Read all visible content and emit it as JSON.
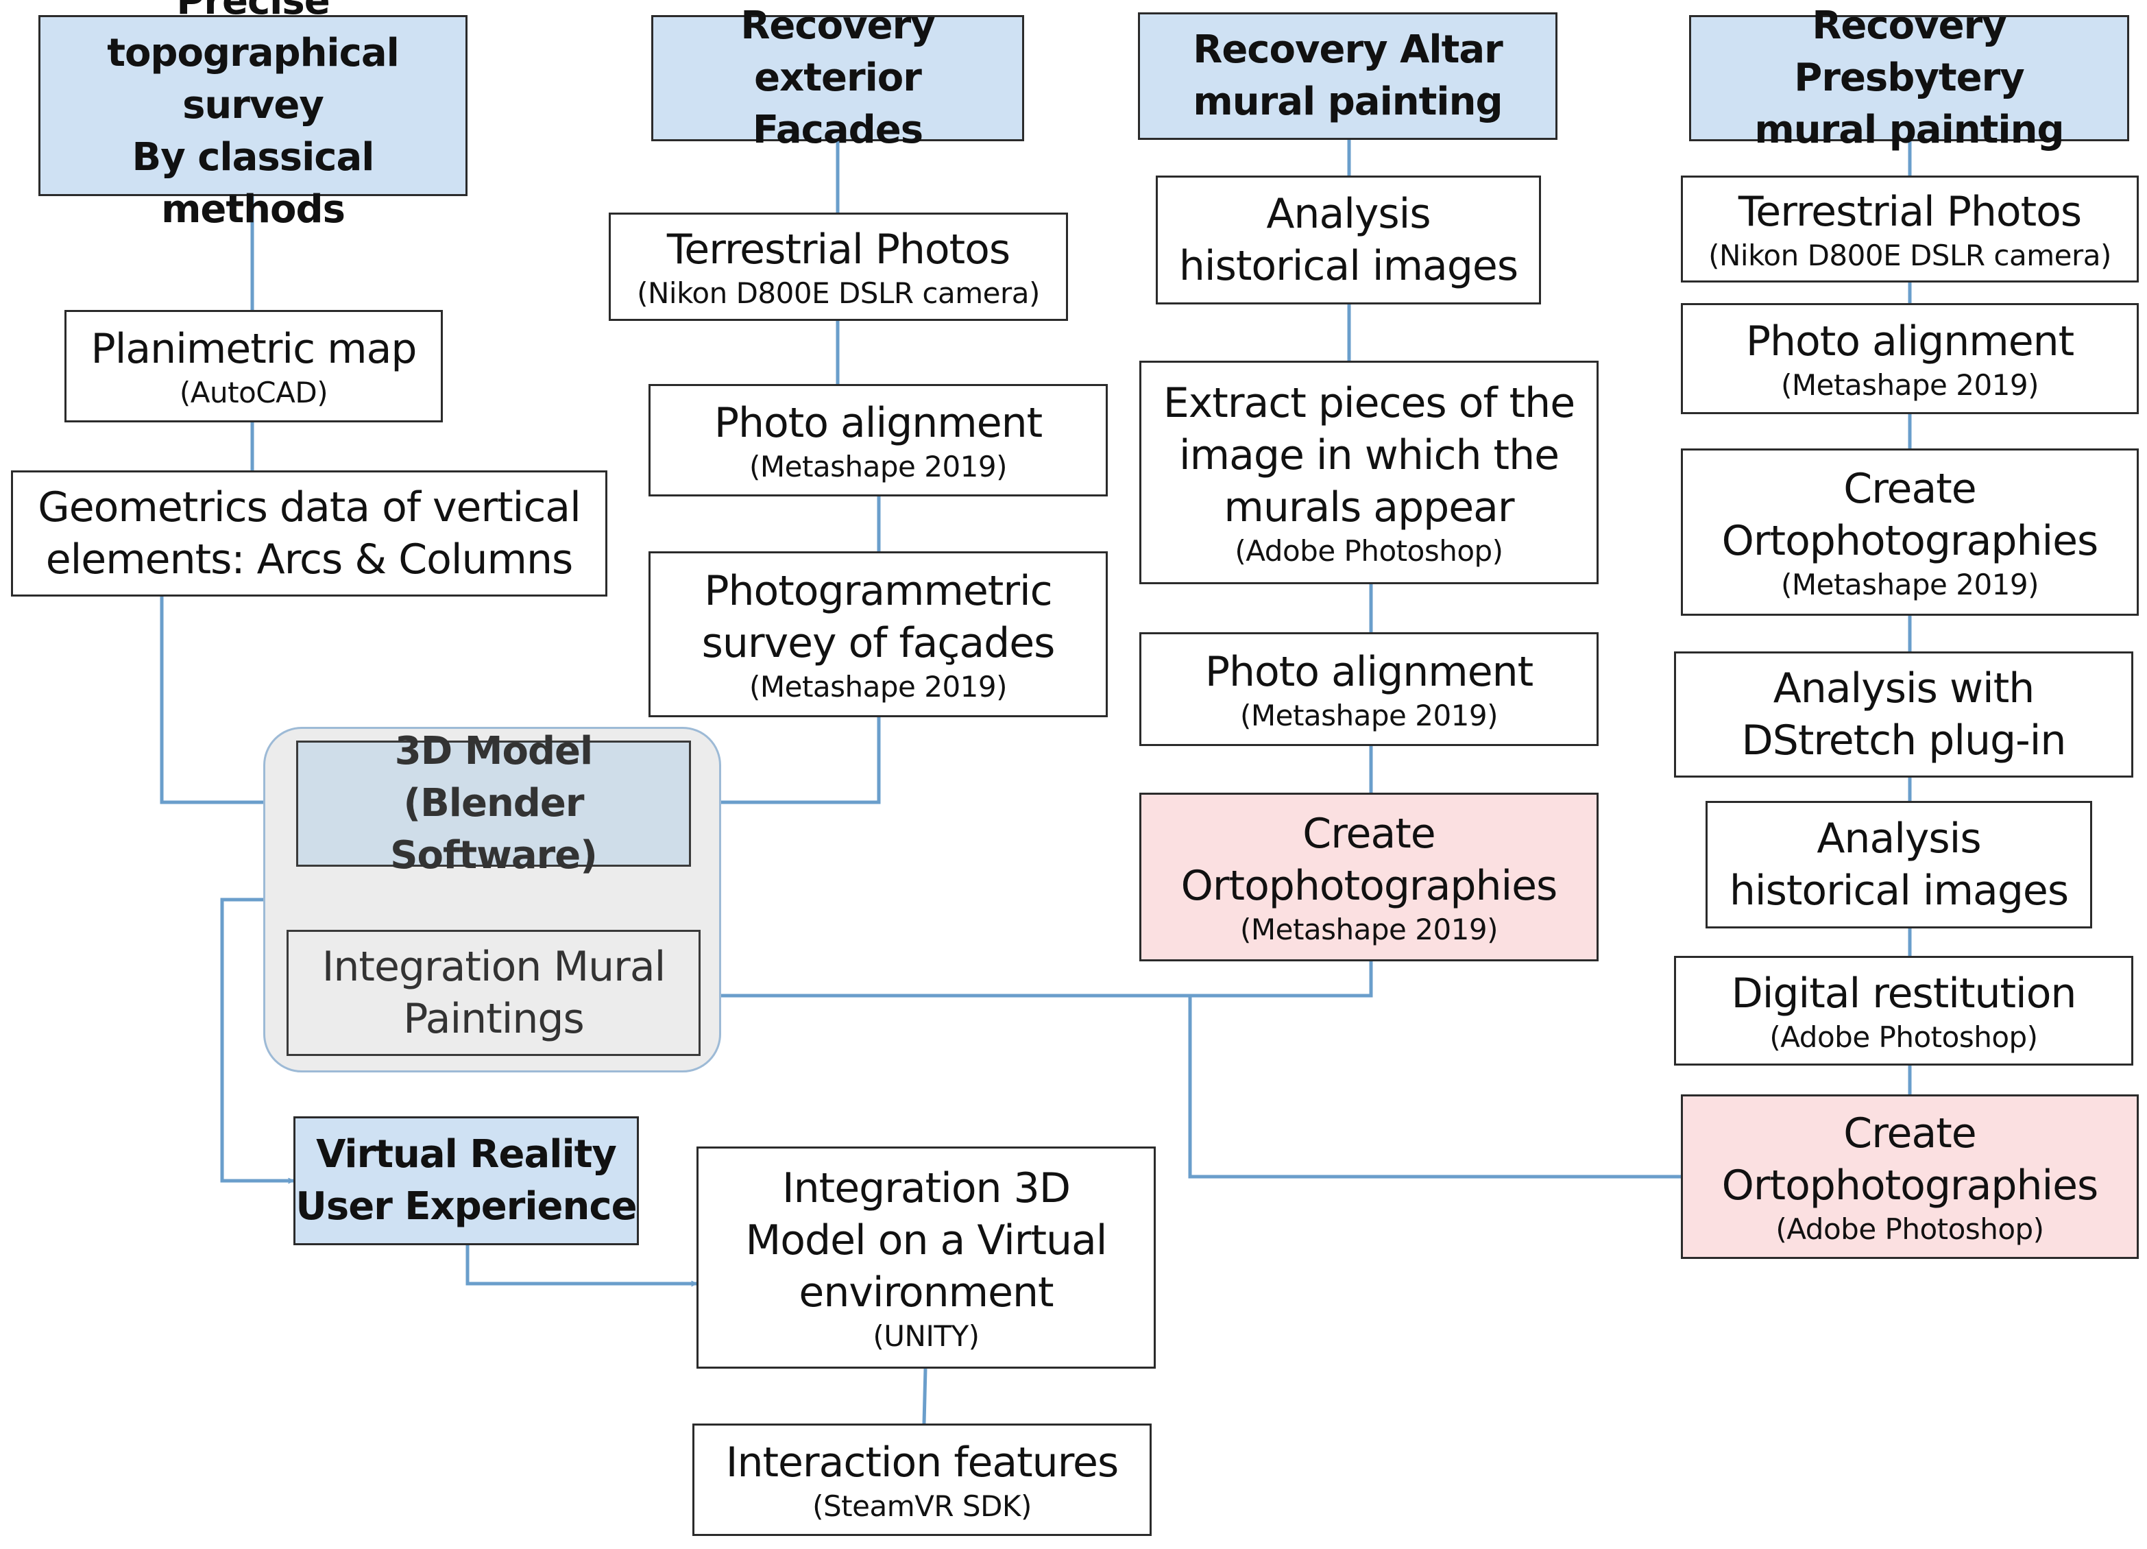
{
  "colors": {
    "header_fill": "#cfe1f3",
    "highlight_fill": "#fbe0e1",
    "connector": "#6a9ecb",
    "group_fill": "#ececec",
    "group_border": "#9dbad6"
  },
  "nodes": {
    "head_topo": {
      "title": "Precise\ntopographical survey\nBy classical methods"
    },
    "head_facades": {
      "title": "Recovery exterior\nFacades"
    },
    "head_altar": {
      "title": "Recovery Altar\nmural painting"
    },
    "head_presb": {
      "title": "Recovery Presbytery\nmural painting"
    },
    "planimetric": {
      "title": "Planimetric map",
      "sub": "(AutoCAD)"
    },
    "geometrics": {
      "title": "Geometrics data of vertical\nelements: Arcs & Columns"
    },
    "fac_photos": {
      "title": "Terrestrial Photos",
      "sub": "(Nikon D800E DSLR camera)"
    },
    "fac_align": {
      "title": "Photo alignment",
      "sub": "(Metashape 2019)"
    },
    "fac_survey": {
      "title": "Photogrammetric\nsurvey of façades",
      "sub": "(Metashape 2019)"
    },
    "alt_hist": {
      "title": "Analysis\nhistorical images"
    },
    "alt_extract": {
      "title": "Extract pieces of the\nimage in which the\nmurals appear",
      "sub": "(Adobe Photoshop)"
    },
    "alt_align": {
      "title": "Photo alignment",
      "sub": "(Metashape 2019)"
    },
    "alt_orto": {
      "title": "Create\nOrtophotographies",
      "sub": "(Metashape 2019)"
    },
    "pre_photos": {
      "title": "Terrestrial Photos",
      "sub": "(Nikon D800E DSLR camera)"
    },
    "pre_align": {
      "title": "Photo alignment",
      "sub": "(Metashape 2019)"
    },
    "pre_orto": {
      "title": "Create\nOrtophotographies",
      "sub": "(Metashape 2019)"
    },
    "pre_dstretch": {
      "title": "Analysis with\nDStretch plug-in"
    },
    "pre_hist": {
      "title": "Analysis\nhistorical images"
    },
    "pre_restitution": {
      "title": "Digital restitution",
      "sub": "(Adobe Photoshop)"
    },
    "pre_orto2": {
      "title": "Create\nOrtophotographies",
      "sub": "(Adobe Photoshop)"
    },
    "model3d": {
      "title": "3D Model\n(Blender Software)"
    },
    "integration_mural": {
      "title": "Integration Mural\nPaintings"
    },
    "vr": {
      "title": "Virtual Reality\nUser Experience"
    },
    "unity": {
      "title": "Integration 3D\nModel on a Virtual\nenvironment",
      "sub": "(UNITY)"
    },
    "interaction": {
      "title": "Interaction features",
      "sub": "(SteamVR SDK)"
    }
  }
}
